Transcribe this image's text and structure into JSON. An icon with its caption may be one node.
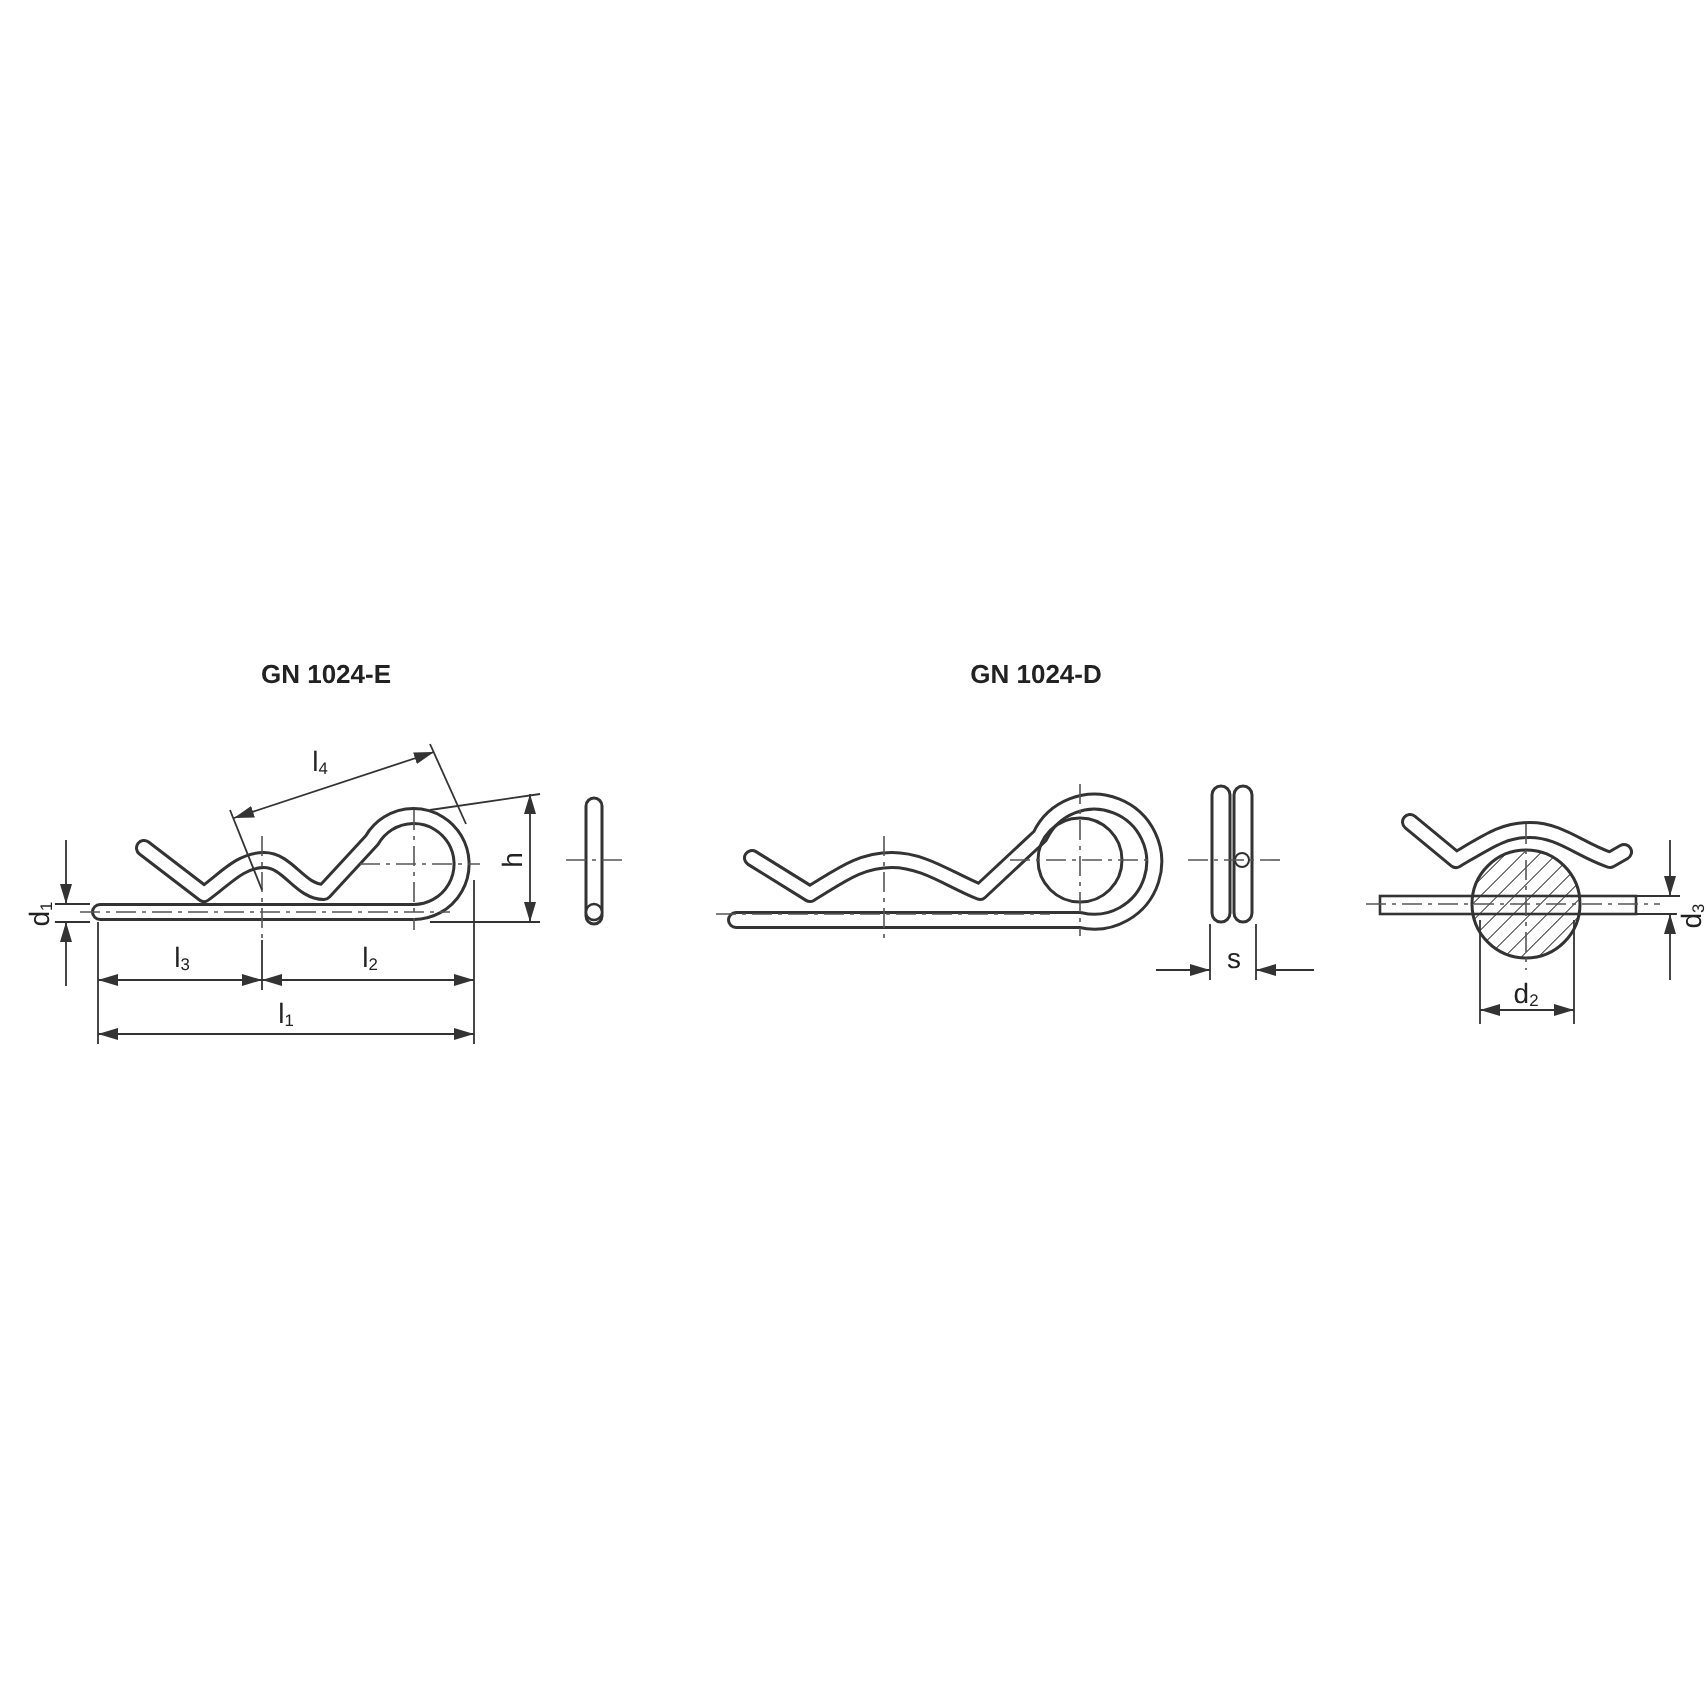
{
  "diagram": {
    "labels": [
      "GN 1024-E",
      "GN 1024-D",
      "l$_{4}$",
      "h",
      "d$_{1}$",
      "l$_{3}$",
      "l$_{2}$",
      "l$_{1}$",
      "s",
      "d$_{3}$",
      "d$_{2}$"
    ]
  }
}
